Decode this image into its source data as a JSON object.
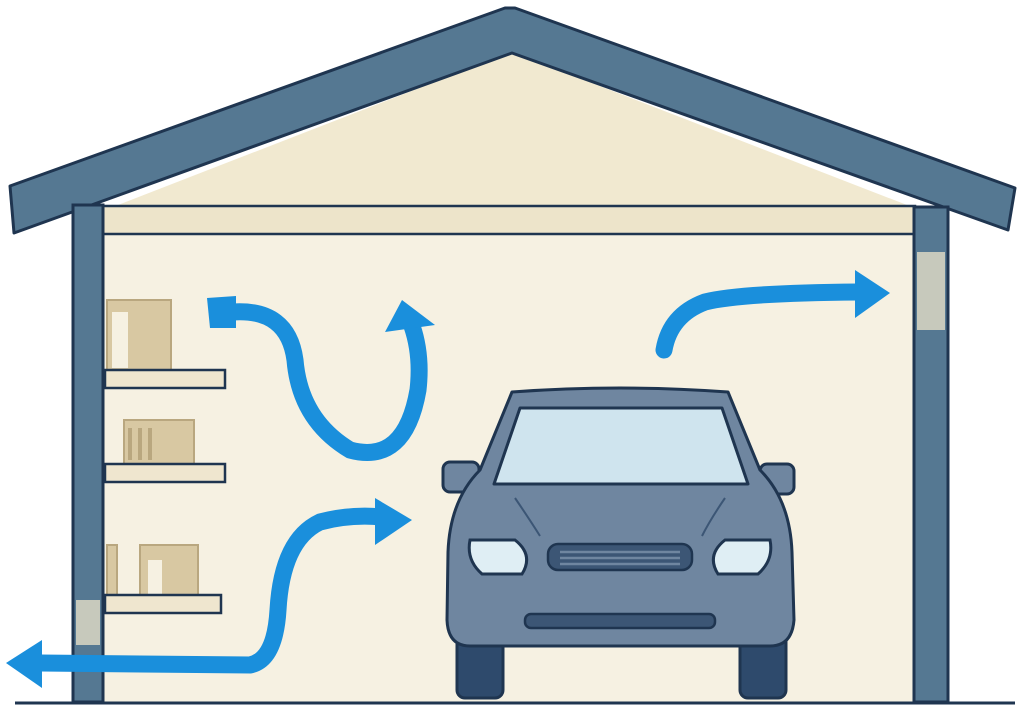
{
  "diagram": {
    "subject": "garage",
    "colors": {
      "outline": "#1f3550",
      "roof": "#557892",
      "wall_fill": "#f6f1e2",
      "gable_fill": "#f1e9d0",
      "header_fill": "#ede4ca",
      "car_body": "#6f86a0",
      "car_dark": "#3c5675",
      "windshield": "#cfe4ee",
      "headlight": "#dfeef4",
      "tire": "#2e4a6c",
      "shelf": "#efe6cf",
      "box": "#d8c8a2",
      "box_shade": "#b9a77f",
      "airflow": "#1a8fdc"
    },
    "icons": [
      "garage-roof",
      "shelf",
      "storage-box",
      "car",
      "airflow-arrow"
    ]
  }
}
